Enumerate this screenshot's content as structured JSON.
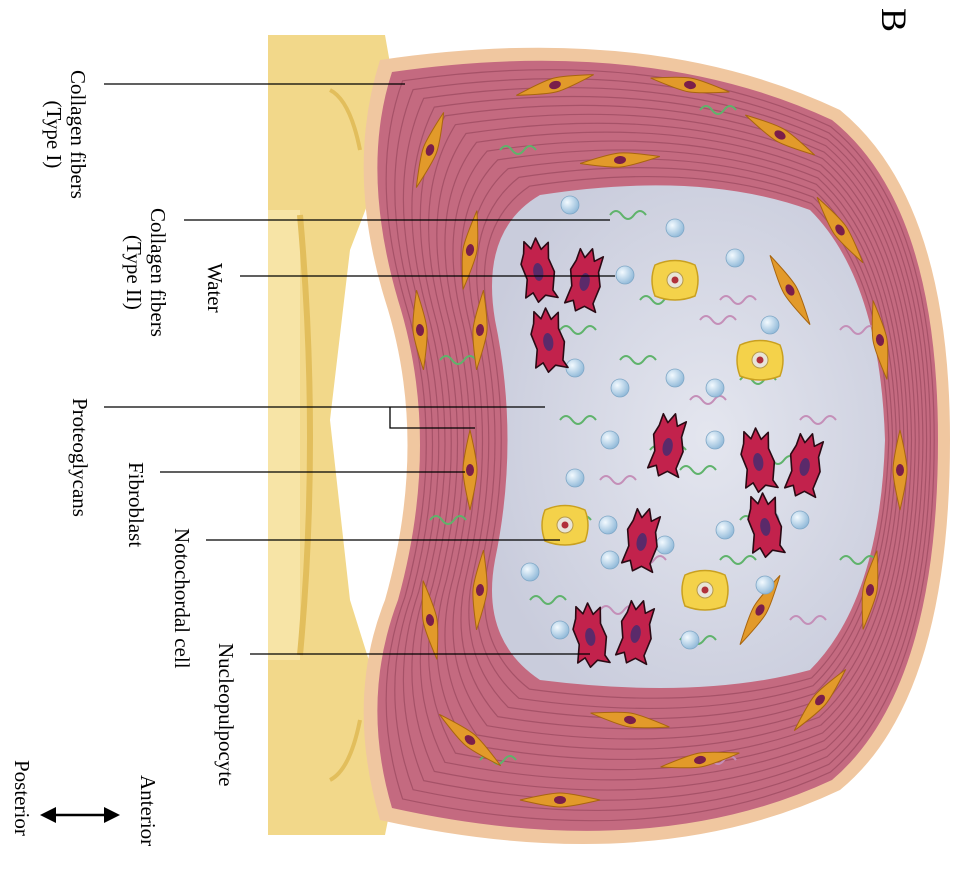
{
  "panel_letter": "B",
  "labels": {
    "collagen_type1": {
      "line1": "Collagen fibers",
      "line2": "(Type I)"
    },
    "collagen_type2": {
      "line1": "Collagen fibers",
      "line2": "(Type II)"
    },
    "water": "Water",
    "proteoglycans": "Proteoglycans",
    "fibroblast": "Fibroblast",
    "notochordal_cell": "Notochordal cell",
    "nucleopulpocyte": "Nucleopulpocyte"
  },
  "orientation": {
    "anterior": "Anterior",
    "posterior": "Posterior"
  },
  "colors": {
    "bone": "#F2D88A",
    "bone_shadow": "#E2BE5C",
    "annulus": "#C46A80",
    "annulus_line": "#9C4A60",
    "nucleus": "#D9DCE8",
    "water_drop": "#A9CCE6",
    "notochordal": "#C2224C",
    "fibroblast": "#E29A2A",
    "fiber_green": "#5FB36B"
  }
}
